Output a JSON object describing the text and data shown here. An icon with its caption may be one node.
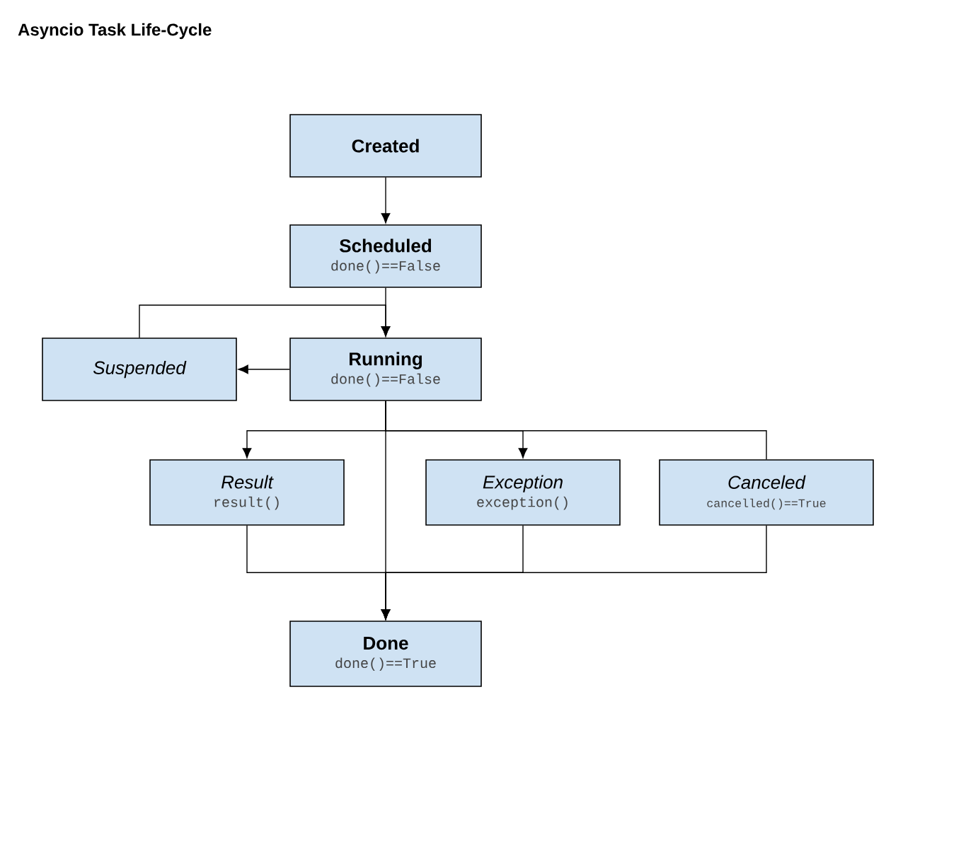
{
  "diagram": {
    "title": "Asyncio Task Life-Cycle",
    "nodes": [
      {
        "text": [
          "Created"
        ]
      },
      {
        "text": [
          "Scheduled",
          "done()==False"
        ]
      },
      {
        "text": [
          "Suspended"
        ]
      },
      {
        "text": [
          "Running",
          "done()==False"
        ]
      },
      {
        "text": [
          "Result",
          "result()"
        ]
      },
      {
        "text": [
          "Exception",
          "exception()"
        ]
      },
      {
        "text": [
          "Canceled",
          "cancelled()==True"
        ]
      },
      {
        "text": [
          "Done",
          "done()==True"
        ]
      }
    ],
    "edges": [
      {
        "from": 0,
        "to": 1,
        "arrow": "to"
      },
      {
        "from": 1,
        "to": 3,
        "arrow": "to"
      },
      {
        "from": 2,
        "to": 3,
        "arrow": "to"
      },
      {
        "from": 3,
        "to": 2,
        "arrow": "to"
      },
      {
        "from": 3,
        "to": 4,
        "arrow": "to"
      },
      {
        "from": 3,
        "to": 5,
        "arrow": "to"
      },
      {
        "from": 3,
        "to": 6,
        "arrow": "none"
      },
      {
        "from": 3,
        "to": 7,
        "arrow": "to"
      },
      {
        "from": 4,
        "to": 7,
        "arrow": "to"
      },
      {
        "from": 5,
        "to": 7,
        "arrow": "to"
      },
      {
        "from": 6,
        "to": 7,
        "arrow": "to"
      }
    ]
  }
}
